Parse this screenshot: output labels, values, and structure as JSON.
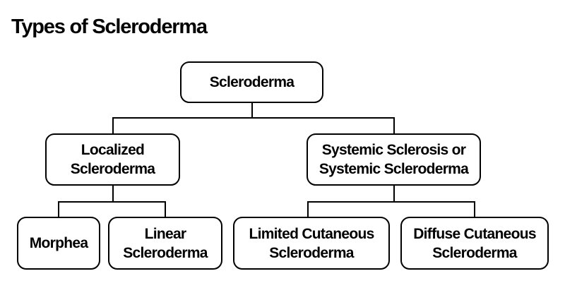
{
  "title": "Types of Scleroderma",
  "nodes": {
    "root": "Scleroderma",
    "localized": "Localized\nScleroderma",
    "systemic": "Systemic Sclerosis or\nSystemic Scleroderma",
    "morphea": "Morphea",
    "linear": "Linear\nScleroderma",
    "limited_cutaneous": "Limited Cutaneous\nScleroderma",
    "diffuse_cutaneous": "Diffuse Cutaneous\nScleroderma"
  }
}
